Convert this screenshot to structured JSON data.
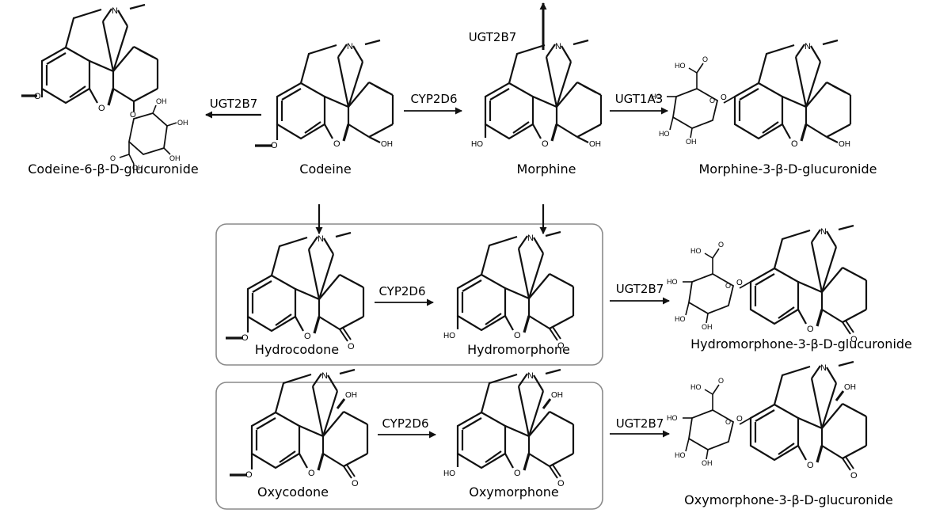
{
  "compounds": {
    "codeine_glucuronide": "Codeine-6-β-D-glucuronide",
    "codeine": "Codeine",
    "morphine": "Morphine",
    "morphine_glucuronide": "Morphine-3-β-D-glucuronide",
    "hydrocodone": "Hydrocodone",
    "hydromorphone": "Hydromorphone",
    "hydromorphone_glucuronide": "Hydromorphone-3-β-D-glucuronide",
    "oxycodone": "Oxycodone",
    "oxymorphone": "Oxymorphone",
    "oxymorphone_glucuronide": "Oxymorphone-3-β-D-glucuronide"
  },
  "enzymes": {
    "codeine_to_glucuronide": "UGT2B7",
    "codeine_to_morphine": "CYP2D6",
    "morphine_up": "UGT2B7",
    "morphine_to_glucuronide": "UGT1A3",
    "hydrocodone_to_hydromorphone": "CYP2D6",
    "hydromorphone_to_glucuronide": "UGT2B7",
    "oxycodone_to_oxymorphone": "CYP2D6",
    "oxymorphone_to_glucuronide": "UGT2B7"
  },
  "atoms": {
    "n": "N",
    "ho": "HO",
    "oh": "OH",
    "o": "O"
  },
  "colors": {
    "line": "#111111",
    "box_border": "#8a8a8a"
  }
}
